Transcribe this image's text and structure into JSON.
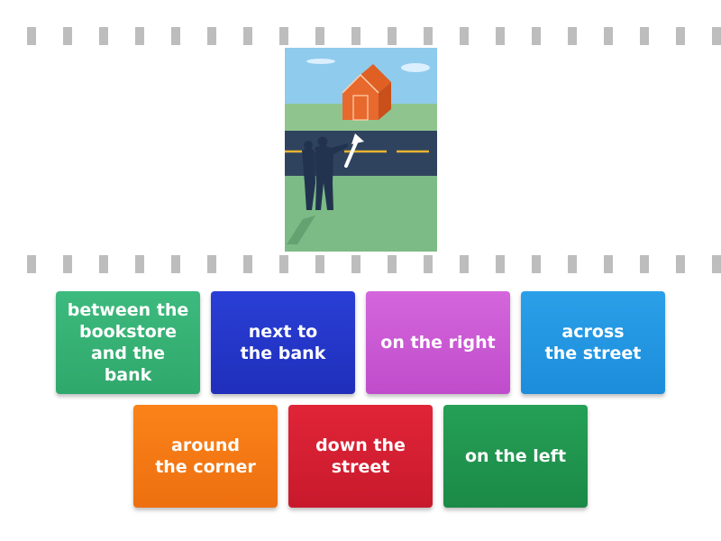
{
  "activity": {
    "type": "match-up",
    "picture": {
      "description": "Two people silhouetted on grass, one pointing across a road at an orange house; white arrow points across the street",
      "colors": {
        "sky": "#8fcbec",
        "grass_top": "#8fc48f",
        "road": "#2f435f",
        "house": "#e8692e",
        "grass_bottom": "#7cbb85",
        "people": "#22334f"
      }
    },
    "cards": [
      {
        "label": "between the\nbookstore\nand the\nbank",
        "color": "#3dba7e",
        "color_dark": "#2fa86b"
      },
      {
        "label": "next to\nthe bank",
        "color": "#2a3fd6",
        "color_dark": "#1f2fbb"
      },
      {
        "label": "on the right",
        "color": "#d466dc",
        "color_dark": "#c04ccb"
      },
      {
        "label": "across\nthe street",
        "color": "#2b9fe8",
        "color_dark": "#1c8ddb"
      },
      {
        "label": "around\nthe corner",
        "color": "#fb8219",
        "color_dark": "#ed7010"
      },
      {
        "label": "down the\nstreet",
        "color": "#e12438",
        "color_dark": "#c81a2c"
      },
      {
        "label": "on the left",
        "color": "#25a056",
        "color_dark": "#1b8a47"
      }
    ]
  }
}
